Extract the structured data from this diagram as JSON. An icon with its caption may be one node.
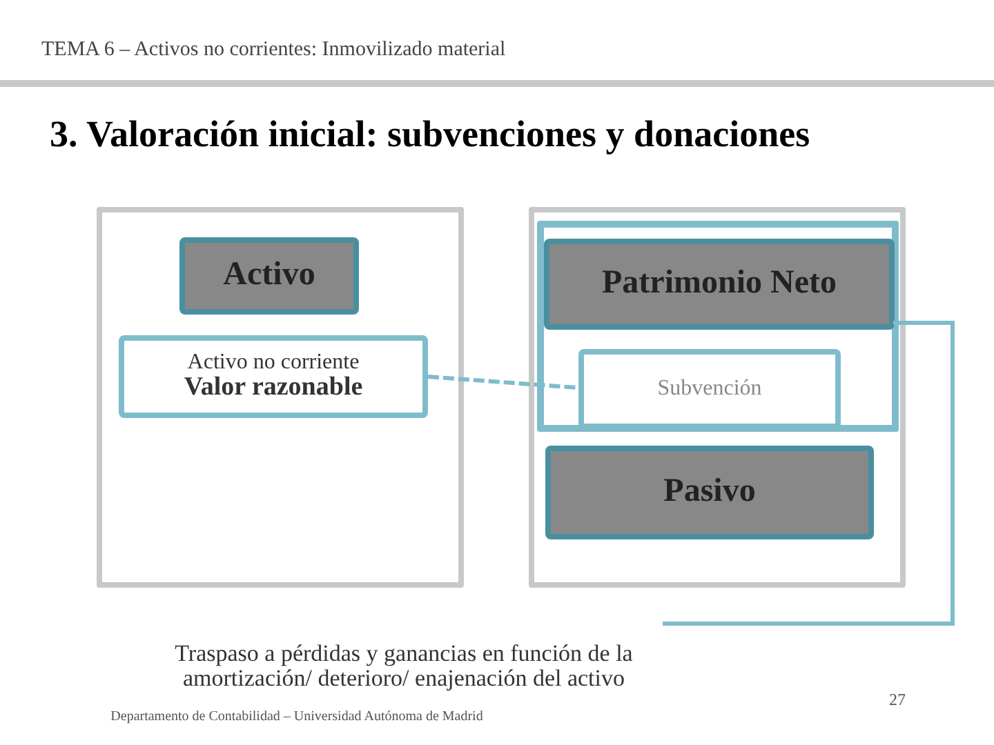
{
  "diagram": {
    "title": "3. Valoración inicial: subvenciones y donaciones",
    "nodes": [
      {
        "text": [],
        "shape": "box"
      },
      {
        "text": [
          "Activo"
        ],
        "in": 0
      },
      {
        "text": [
          "Activo no corriente",
          "Valor razonable"
        ],
        "in": 0
      },
      {
        "text": [],
        "shape": "box"
      },
      {
        "text": [],
        "shape": "box",
        "in": 3
      },
      {
        "text": [
          "Patrimonio Neto"
        ],
        "in": 4
      },
      {
        "text": [
          "Subvención"
        ],
        "in": 4
      },
      {
        "text": [
          "Pasivo"
        ],
        "in": 3
      },
      {
        "text": [
          "Traspaso a pérdidas y ganancias en función de la amortización/ deterioro/ enajenación del activo"
        ]
      }
    ],
    "edges": [
      {
        "from": 2,
        "to": 6,
        "arrow": "none",
        "style": "dashed"
      },
      {
        "from": 5,
        "to": 8,
        "arrow": "none"
      }
    ],
    "labels": [
      "TEMA 6 – Activos no corrientes: Inmovilizado material",
      "27",
      "Departamento de Contabilidad – Universidad Autónoma de Madrid"
    ]
  }
}
